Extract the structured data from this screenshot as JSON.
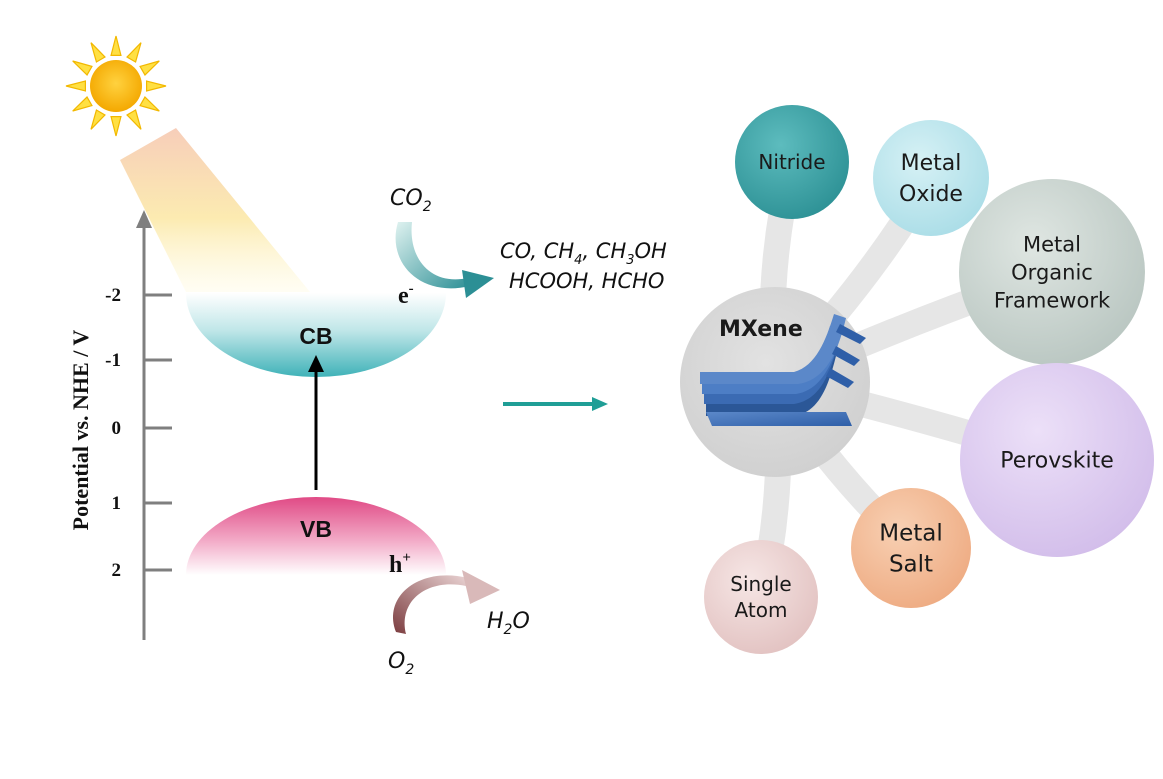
{
  "left_panel": {
    "y_axis_label": "Potential vs. NHE / V",
    "ticks": [
      "-2",
      "-1",
      "0",
      "1",
      "2"
    ],
    "cb_label": "CB",
    "vb_label": "VB",
    "electron_label": "e",
    "electron_sup": "-",
    "hole_label": "h",
    "hole_sup": "+",
    "co2": {
      "base": "CO",
      "sub": "2"
    },
    "products_line1": {
      "a": "CO, CH",
      "a_sub": "4",
      "b": ", CH",
      "b_sub": "3",
      "c": "OH"
    },
    "products_line2": "HCOOH, HCHO",
    "h2o": {
      "a": "H",
      "sub": "2",
      "b": "O"
    },
    "o2": {
      "base": "O",
      "sub": "2"
    }
  },
  "right_panel": {
    "center_label": "MXene",
    "nodes": [
      {
        "id": "nitride",
        "lines": [
          "Nitride"
        ],
        "color": "#3aa3a6"
      },
      {
        "id": "metal-oxide",
        "lines": [
          "Metal",
          "Oxide"
        ],
        "color": "#bfe7ee"
      },
      {
        "id": "mof",
        "lines": [
          "Metal",
          "Organic",
          "Framework"
        ],
        "color": "#c8d3cf"
      },
      {
        "id": "perovskite",
        "lines": [
          "Perovskite"
        ],
        "color": "#dccbef"
      },
      {
        "id": "metal-salt",
        "lines": [
          "Metal",
          "Salt"
        ],
        "color": "#f0bb98"
      },
      {
        "id": "single-atom",
        "lines": [
          "Single",
          "Atom"
        ],
        "color": "#ecd4d3"
      }
    ]
  },
  "colors": {
    "cb": "#3fb2b8",
    "vb": "#e04a85",
    "arrow_teal": "#1f9e96",
    "axis": "#7f7f7f",
    "sun": "#ffc000"
  }
}
